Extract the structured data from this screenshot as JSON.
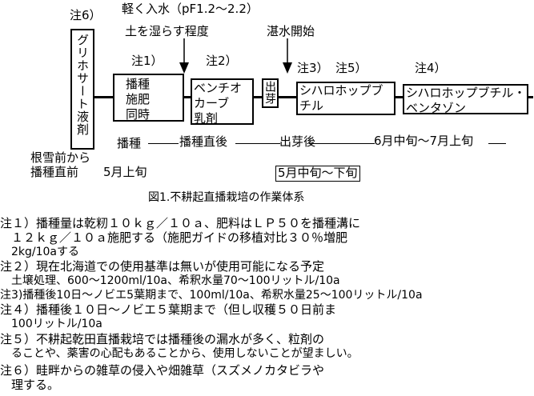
{
  "diagram": {
    "top_annotations": {
      "water_light": "軽く入水（pF1.2～2.2）",
      "water_soil": "土を湿らす程度",
      "flood_start": "湛水開始"
    },
    "note_markers": {
      "n6": "注6）",
      "n1": "注1）",
      "n2": "注2）",
      "n3": "注3）",
      "n5": "注5）",
      "n4": "注4）"
    },
    "boxes": {
      "glyphosate": "グリホサート液剤",
      "sowing_lines": [
        "播種",
        "施肥",
        "同時"
      ],
      "bentiocarb_lines": [
        "ベンチオ",
        "カーブ",
        "乳剤"
      ],
      "emergence": "出芽",
      "cyhalofop_lines": [
        "シハロホップブ",
        "チル"
      ],
      "cyhalofop_benta_lines": [
        "シハロホップブチル・",
        "ベンタゾン"
      ]
    },
    "timeline": {
      "sowing": "播種",
      "after_sowing": "播種直後",
      "after_emergence": "出芽後",
      "late_period": "6月中旬～7月上旬"
    },
    "dates": {
      "snow_lines": [
        "根雪前から",
        "播種直前"
      ],
      "early_may": "5月上旬",
      "mid_late_may": "5月中旬～下旬"
    },
    "caption": "図1.不耕起直播栽培の作業体系"
  },
  "notes": [
    {
      "lines": [
        "注１）播種量は乾籾１０ｋｇ／１０ａ、肥料はＬＰ５０を播種溝に",
        "１２ｋｇ／１０ａ施肥する（施肥ガイドの移植対比３０％増肥",
        "2kg/10aする"
      ]
    },
    {
      "lines": [
        "注２）現在北海道での使用基準は無いが使用可能になる予定",
        "土壌処理、600～1200ml/10a、希釈水量70～100リットル/10a"
      ]
    },
    {
      "lines": [
        "注3)播種後10日～ノビエ5葉期まで、100ml/10a、希釈水量25～100リットル/10a"
      ]
    },
    {
      "lines": [
        "注４）播種後１０日～ノビエ５葉期まで（但し収穫５０日前ま",
        "100リットル/10a"
      ]
    },
    {
      "lines": [
        "注５）不耕起乾田直播栽培では播種後の漏水が多く、粒剤の",
        "ることや、薬害の心配もあることから、使用しないことが望ましい。"
      ]
    },
    {
      "lines": [
        "注６）畦畔からの雑草の侵入や畑雑草（スズメノカタビラや",
        "理する。"
      ]
    }
  ]
}
